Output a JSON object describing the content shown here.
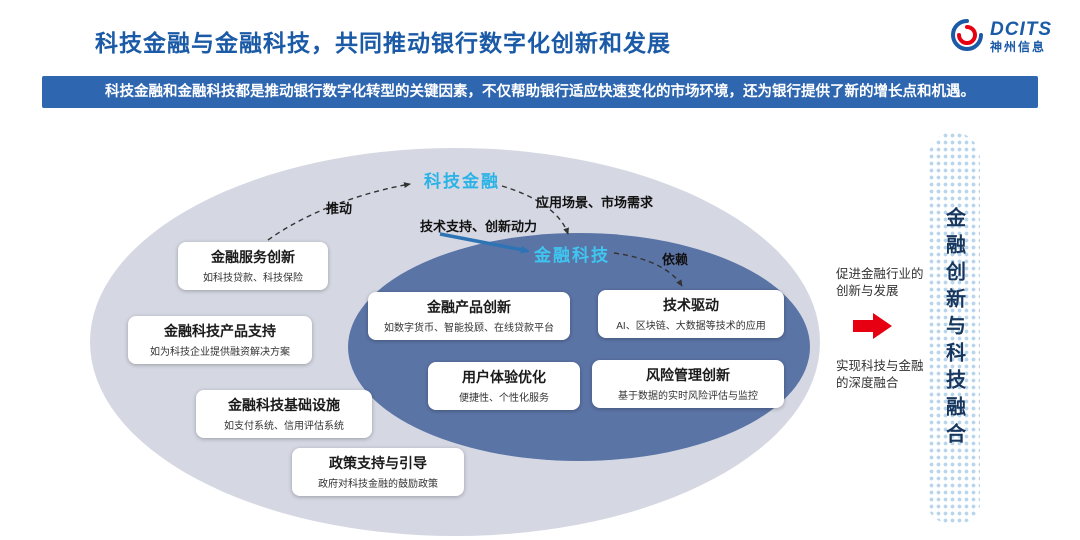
{
  "header": {
    "title": "科技金融与金融科技，共同推动银行数字化创新和发展",
    "logo": {
      "brand": "DCITS",
      "company": "神州信息"
    }
  },
  "banner": {
    "text": "科技金融和金融科技都是推动银行数字化转型的关键因素，不仅帮助银行适应快速变化的市场环境，还为银行提供了新的增长点和机遇。"
  },
  "diagram": {
    "outer_label": "科技金融",
    "inner_label": "金融科技",
    "arrow_labels": {
      "push": "推动",
      "demand": "应用场景、市场需求",
      "support": "技术支持、创新动力",
      "depend": "依赖"
    },
    "outer_cards": [
      {
        "title": "金融服务创新",
        "subtitle": "如科技贷款、科技保险"
      },
      {
        "title": "金融科技产品支持",
        "subtitle": "如为科技企业提供融资解决方案"
      },
      {
        "title": "金融科技基础设施",
        "subtitle": "如支付系统、信用评估系统"
      },
      {
        "title": "政策支持与引导",
        "subtitle": "政府对科技金融的鼓励政策"
      }
    ],
    "inner_cards": [
      {
        "title": "金融产品创新",
        "subtitle": "如数字货币、智能投顾、在线贷款平台"
      },
      {
        "title": "技术驱动",
        "subtitle": "AI、区块链、大数据等技术的应用"
      },
      {
        "title": "用户体验优化",
        "subtitle": "便捷性、个性化服务"
      },
      {
        "title": "风险管理创新",
        "subtitle": "基于数据的实时风险评估与监控"
      }
    ]
  },
  "outcome": {
    "line1": "促进金融行业的创新与发展",
    "line2": "实现科技与金融的深度融合",
    "vertical_banner": "金融创新与科技融合"
  },
  "colors": {
    "title_blue": "#1b5aa6",
    "banner_blue": "#2e66b0",
    "outer_ellipse": "#d5d8e3",
    "inner_ellipse": "#5b74a6",
    "cyan_label": "#2bb3e6",
    "arrow_red": "#e60012",
    "vertical_navy": "#17375e"
  }
}
